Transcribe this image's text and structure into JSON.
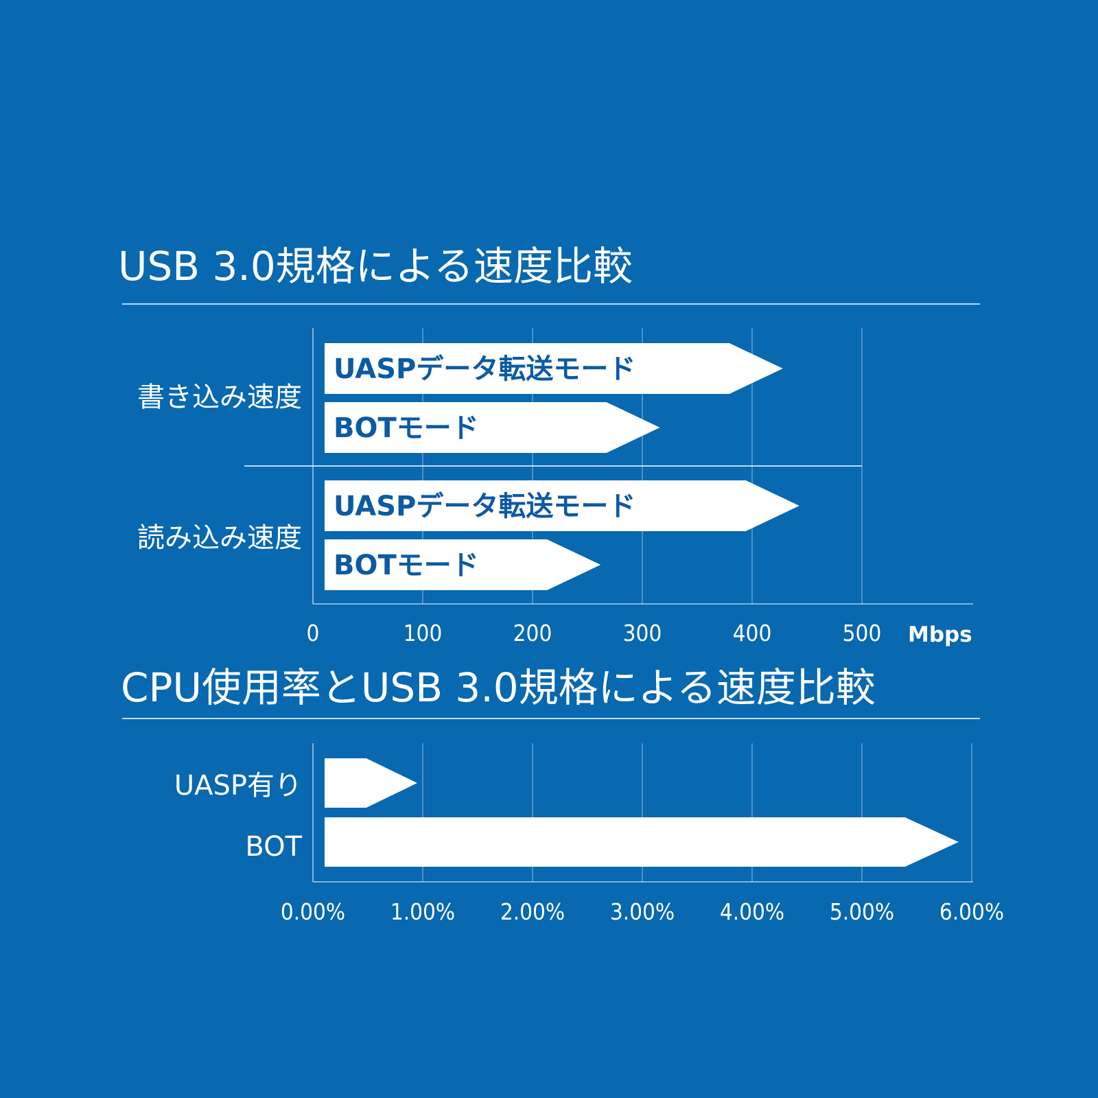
{
  "chart_data": [
    {
      "type": "bar",
      "orientation": "horizontal",
      "title": "USB 3.0規格による速度比較",
      "unit": "Mbps",
      "xlim": [
        0,
        600
      ],
      "ticks": [
        "0",
        "100",
        "200",
        "300",
        "400",
        "500"
      ],
      "groups": [
        {
          "label": "書き込み速度",
          "bars": [
            {
              "label": "UASPデータ転送モード",
              "value": 428
            },
            {
              "label": "BOTモード",
              "value": 316
            }
          ]
        },
        {
          "label": "読み込み速度",
          "bars": [
            {
              "label": "UASPデータ転送モード",
              "value": 443
            },
            {
              "label": "BOTモード",
              "value": 262
            }
          ]
        }
      ],
      "grid": true,
      "colors": {
        "background": "#0868b0",
        "bar": "#ffffff",
        "bar_text": "#0c5aa3"
      }
    },
    {
      "type": "bar",
      "orientation": "horizontal",
      "title": "CPU使用率とUSB 3.0規格による速度比較",
      "xlim": [
        0,
        6
      ],
      "ticks": [
        "0.00%",
        "1.00%",
        "2.00%",
        "3.00%",
        "4.00%",
        "5.00%",
        "6.00%"
      ],
      "categories": [
        "UASP有り",
        "BOT"
      ],
      "values": [
        0.95,
        5.88
      ],
      "grid": true
    }
  ]
}
